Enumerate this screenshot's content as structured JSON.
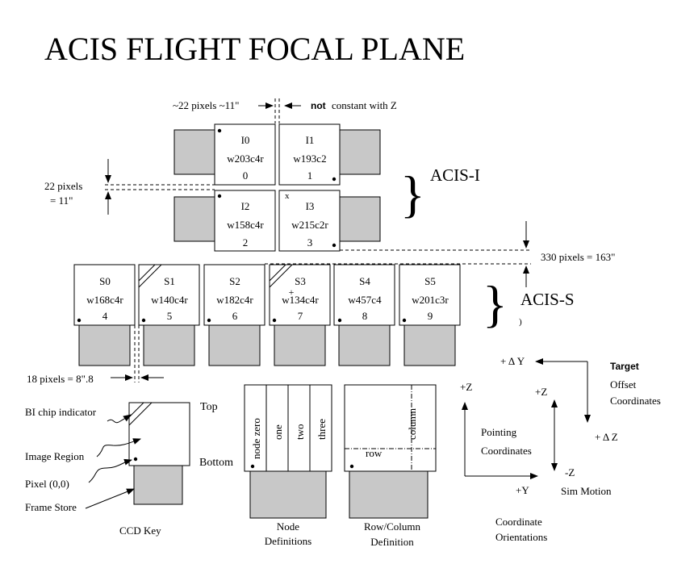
{
  "title": "ACIS FLIGHT FOCAL PLANE",
  "gap_top": {
    "left": "~22 pixels ~11\"",
    "not": "not",
    "right": "constant with Z"
  },
  "gap_left": {
    "line1": "22 pixels",
    "line2": "= 11\""
  },
  "acis_i": {
    "label": "ACIS-I",
    "chips": [
      {
        "name": "I0",
        "serial": "w203c4r",
        "num": "0"
      },
      {
        "name": "I1",
        "serial": "w193c2",
        "num": "1"
      },
      {
        "name": "I2",
        "serial": "w158c4r",
        "num": "2"
      },
      {
        "name": "I3",
        "serial": "w215c2r",
        "num": "3"
      }
    ],
    "marker": "x"
  },
  "offset": "330 pixels = 163\"",
  "acis_s": {
    "label": "ACIS-S",
    "paren": ")",
    "plus": "+",
    "chips": [
      {
        "name": "S0",
        "serial": "w168c4r",
        "num": "4"
      },
      {
        "name": "S1",
        "serial": "w140c4r",
        "num": "5"
      },
      {
        "name": "S2",
        "serial": "w182c4r",
        "num": "6"
      },
      {
        "name": "S3",
        "serial": "w134c4r",
        "num": "7"
      },
      {
        "name": "S4",
        "serial": "w457c4",
        "num": "8"
      },
      {
        "name": "S5",
        "serial": "w201c3r",
        "num": "9"
      }
    ]
  },
  "gap_s": "18 pixels = 8\".8",
  "key": {
    "bi": "BI chip indicator",
    "image": "Image Region",
    "pixel": "Pixel (0,0)",
    "frame": "Frame Store",
    "top": "Top",
    "bottom": "Bottom",
    "caption": "CCD Key"
  },
  "nodes": {
    "names": [
      "node zero",
      "one",
      "two",
      "three"
    ],
    "caption1": "Node",
    "caption2": "Definitions"
  },
  "rowcol": {
    "row": "row",
    "column": "column",
    "caption1": "Row/Column",
    "caption2": "Definition"
  },
  "coords": {
    "plus_z": "+Z",
    "plus_y": "+Y",
    "pointing1": "Pointing",
    "pointing2": "Coordinates",
    "sim_plus_z": "+Z",
    "sim_minus_z": "-Z",
    "sim_motion": "Sim Motion",
    "target_dy": "+ Δ Y",
    "target_dz": "+ Δ Z",
    "target1": "Target",
    "target2": "Offset",
    "target3": "Coordinates",
    "caption1": "Coordinate",
    "caption2": "Orientations"
  }
}
